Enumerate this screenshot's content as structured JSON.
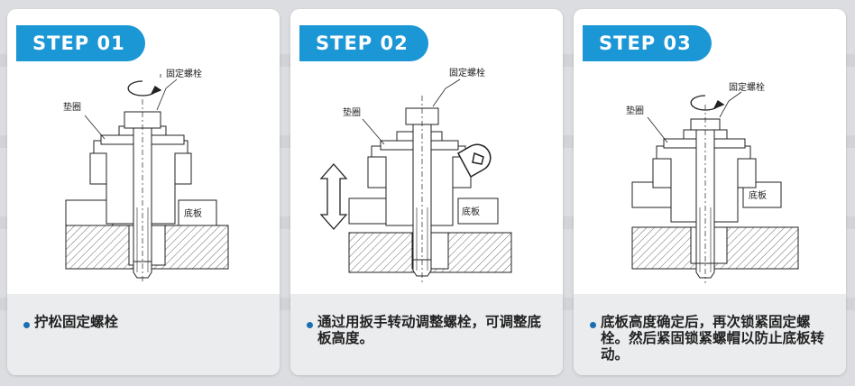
{
  "steps": [
    {
      "badge": "STEP 01",
      "caption": "拧松固定螺栓",
      "labels": {
        "bolt": "固定螺栓",
        "washer": "垫圈",
        "base": "底板"
      }
    },
    {
      "badge": "STEP 02",
      "caption": "通过用扳手转动调整螺栓，可调整底板高度。",
      "labels": {
        "bolt": "固定螺栓",
        "washer": "垫圈",
        "base": "底板"
      }
    },
    {
      "badge": "STEP 03",
      "caption": "底板高度确定后，再次锁紧固定螺栓。然后紧固锁紧螺帽以防止底板转动。",
      "labels": {
        "bolt": "固定螺栓",
        "washer": "垫圈",
        "base": "底板"
      }
    }
  ],
  "colors": {
    "accent": "#1b97d5",
    "bullet": "#1b6fb0",
    "caption_bg": "#ebecee"
  },
  "icons": [
    "rotate-arrow-icon",
    "up-down-arrow-icon",
    "wrench-icon"
  ]
}
